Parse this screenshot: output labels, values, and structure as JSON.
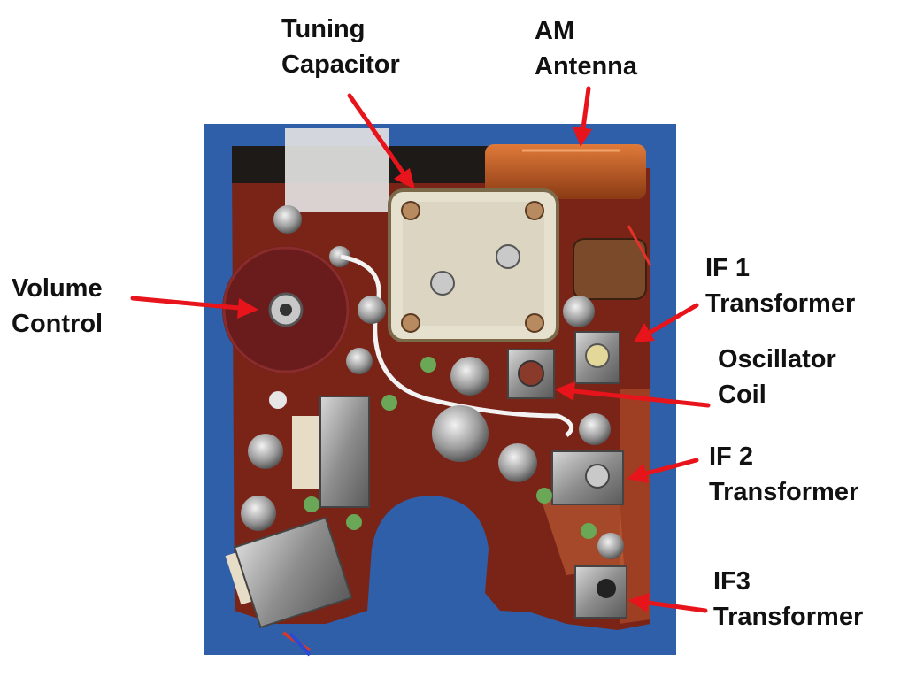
{
  "labels": {
    "tuning_capacitor": [
      "Tuning",
      "Capacitor"
    ],
    "am_antenna": [
      "AM",
      "Antenna"
    ],
    "volume_control": [
      "Volume",
      "Control"
    ],
    "if1_transformer": [
      "IF 1",
      "Transformer"
    ],
    "oscillator_coil": [
      "Oscillator",
      "Coil"
    ],
    "if2_transformer": [
      "IF 2",
      "Transformer"
    ],
    "if3_transformer": [
      "IF3",
      "Transformer"
    ]
  },
  "colors": {
    "arrow": "#e8141b",
    "background_cloth": "#2f5fa8",
    "circuit_board": "#7a2418",
    "text": "#111111"
  }
}
